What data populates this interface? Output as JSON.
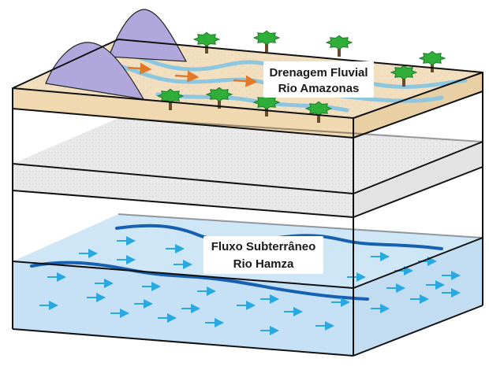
{
  "labels": {
    "surface_line1": "Drenagem Fluvial",
    "surface_line2": "Rio Amazonas",
    "underground_line1": "Fluxo Subterrâneo",
    "underground_line2": "Rio Hamza"
  },
  "colors": {
    "surface_top": "#f2dfc0",
    "surface_front": "#f0d8b0",
    "sand_layer": "#e9e9e9",
    "water_layer": "#cfe6f7",
    "water_front": "#c6e0f5",
    "mountain": "#b0a8dd",
    "tree_crown": "#2fae3a",
    "tree_trunk": "#6b4a2b",
    "river": "#8cc6e0",
    "surface_arrow": "#e07a2a",
    "underground_river": "#1560b0",
    "flow_arrow": "#2aa8e0",
    "edge": "#111111"
  },
  "icons": {
    "mountain": "mountain-icon",
    "tree": "tree-icon",
    "flow_arrow": "arrow-right-icon"
  }
}
